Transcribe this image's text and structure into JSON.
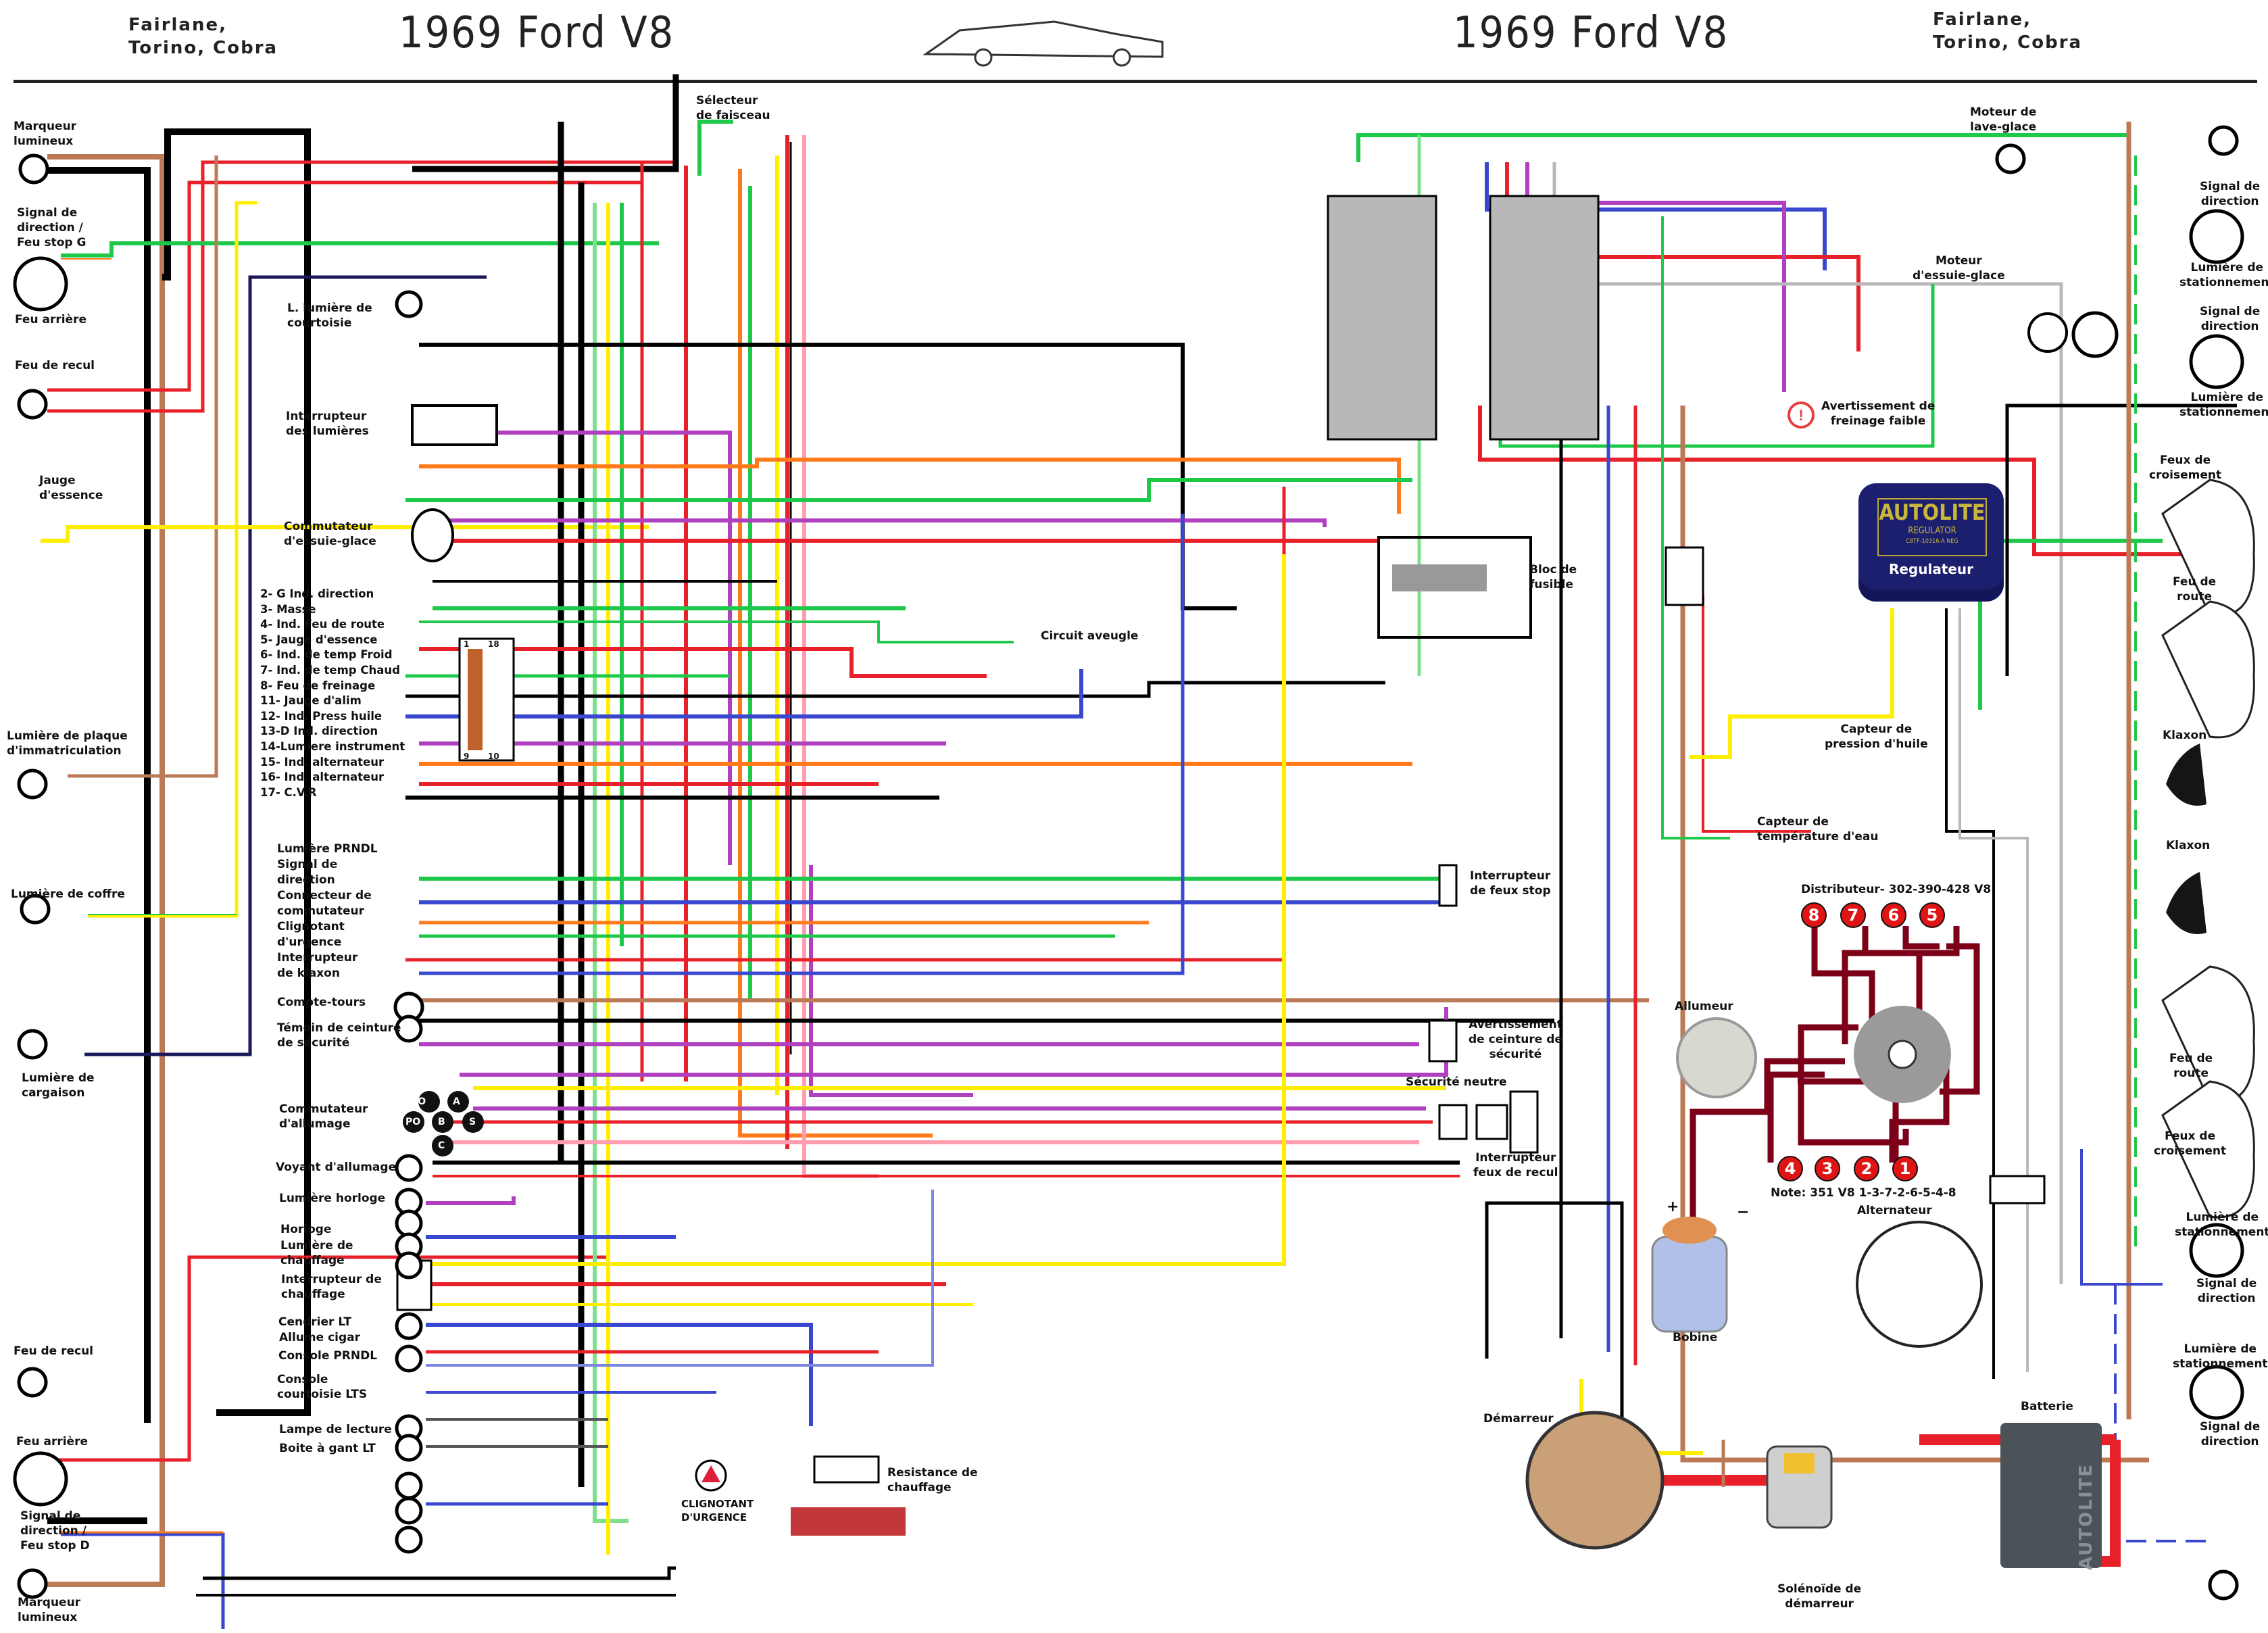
{
  "header": {
    "left_subtitle": "Fairlane,\nTorino, Cobra",
    "left_title": "1969 Ford  V8",
    "right_title": "1969 Ford  V8",
    "right_subtitle": "Fairlane,\nTorino, Cobra"
  },
  "rear_components": {
    "marker_light_top": "Marqueur\nlumineux",
    "turn_signal_left": "Signal de\ndirection /\nFeu stop G",
    "tail_light_top": "Feu arrière",
    "backup_light_top": "Feu de recul",
    "fuel_gauge": "Jauge\nd'essence",
    "license_plate_light": "Lumière de plaque\nd'immatriculation",
    "trunk_light": "Lumière de coffre",
    "cargo_light": "Lumière de\ncargaison",
    "backup_light_bottom": "Feu de recul",
    "tail_light_bottom": "Feu arrière",
    "turn_signal_right": "Signal de\ndirection /\nFeu stop D",
    "marker_light_bottom": "Marqueur\nlumineux"
  },
  "dash_components": {
    "courtesy_light": "L. lumière de\ncourtoisie",
    "light_switch": "Interrupteur\ndes lumières",
    "wiper_switch": "Commutateur\nd'essuie-glace",
    "prndl": "Lumière PRNDL\nSignal de\ndirection\nConnecteur de\ncommutateur\nClignotant\nd'urgence\nInterrupteur\nde klaxon",
    "tachometer": "Compte-tours",
    "seatbelt_indicator": "Témoin de ceinture\nde sécurité",
    "ignition_switch": "Commutateur\nd'allumage",
    "ignition_light": "Voyant d'allumage",
    "clock_light": "Lumière horloge",
    "clock": "Horloge",
    "heater_light": "Lumière de\nchauffage",
    "heater_switch": "Interrupteur de\nchauffage",
    "ashtray_light": "Cendrier LT",
    "cigar_lighter": "Allume cigar",
    "console_prndl": "Console PRNDL",
    "console_courtesy": "Console\ncourtoisie LTS",
    "reading_lamp": "Lampe de lecture",
    "glovebox_light": "Boite à gant LT"
  },
  "ignition_terminals": [
    "PO",
    "A",
    "PO",
    "B",
    "S",
    "C"
  ],
  "cluster_connector": {
    "pin_top_left": "1",
    "pin_top_right": "18",
    "pin_bottom_left": "9",
    "pin_bottom_right": "10"
  },
  "cluster_legend": [
    "2- G Ind. direction",
    "3- Masse",
    "4- Ind. Feu de route",
    "5- Jauge d'essence",
    "6- Ind. de temp Froid",
    "7- Ind. de temp Chaud",
    "8- Feu de freinage",
    "11- Jauge d'alim",
    "12- Ind. Press huile",
    "13-D Ind. direction",
    "14-Lumiere instrument",
    "15- Ind. alternateur",
    "16- Ind. alternateur",
    "17- C.V.R"
  ],
  "center_components": {
    "beam_selector": "Sélecteur\nde faisceau",
    "blind_circuit": "Circuit aveugle",
    "fuse_block": "Bloc de\nfusible",
    "brake_switch": "Interrupteur\nde feux stop",
    "seatbelt_warning": "Avertissement\nde ceinture de\nsécurité",
    "neutral_safety": "Sécurité neutre",
    "backup_switch": "Interrupteur\nfeux de recul",
    "hazard_flasher": "CLIGNOTANT\nD'URGENCE",
    "heater_resistor": "Resistance de\nchauffage"
  },
  "engine_components": {
    "washer_motor": "Moteur de\nlave-glace",
    "wiper_motor": "Moteur\nd'essuie-glace",
    "low_brake_warning": "Avertissement de\nfreinage faible",
    "regulator_brand": "AUTOLITE",
    "regulator_type": "REGULATOR",
    "regulator_part": "C8TF-10316-A  NEG",
    "regulator_label": "Regulateur",
    "oil_pressure": "Capteur de\npression d'huile",
    "temp_sensor": "Capteur de\ntempérature d'eau",
    "distributor_title": "Distributeur- 302-390-428 V8",
    "distributor_note": "Note: 351 V8  1-3-7-2-6-5-4-8",
    "points": "Allumeur",
    "alternator": "Alternateur",
    "coil": "Bobine",
    "coil_plus": "+",
    "coil_minus": "−",
    "starter": "Démarreur",
    "solenoid": "Solénoïde de\ndémarreur",
    "battery": "Batterie",
    "battery_brand": "AUTOLITE"
  },
  "distributor_top_numbers": [
    "8",
    "7",
    "6",
    "5"
  ],
  "distributor_bottom_numbers": [
    "4",
    "3",
    "2",
    "1"
  ],
  "front_components": {
    "turn_signal_1": "Signal de\ndirection",
    "parking_light_1": "Lumière de\nstationnement",
    "turn_signal_2": "Signal de\ndirection",
    "parking_light_2": "Lumière de\nstationnement",
    "low_beam_top": "Feux de\ncroisement",
    "high_beam_top": "Feu de\nroute",
    "horn_1": "Klaxon",
    "horn_2": "Klaxon",
    "high_beam_bottom": "Feu de\nroute",
    "low_beam_bottom": "Feux de\ncroisement",
    "parking_light_3": "Lumière de\nstationnement",
    "turn_signal_3": "Signal de\ndirection",
    "parking_light_4": "Lumière de\nstationnement",
    "turn_signal_4": "Signal de\ndirection"
  },
  "wire_colors": {
    "black": "#000000",
    "red": "#e8202a",
    "green": "#1ec84a",
    "yellow": "#ffee00",
    "blue": "#3a48d0",
    "purple": "#b040c0",
    "orange": "#ff7a1a",
    "brown": "#bb7a55",
    "pink": "#ff9eb0",
    "grey": "#b8b8b8",
    "darkred": "#7c0018",
    "navy": "#1a1a5a",
    "lightblue": "#7c86e0",
    "lightgreen": "#7ee08a"
  }
}
